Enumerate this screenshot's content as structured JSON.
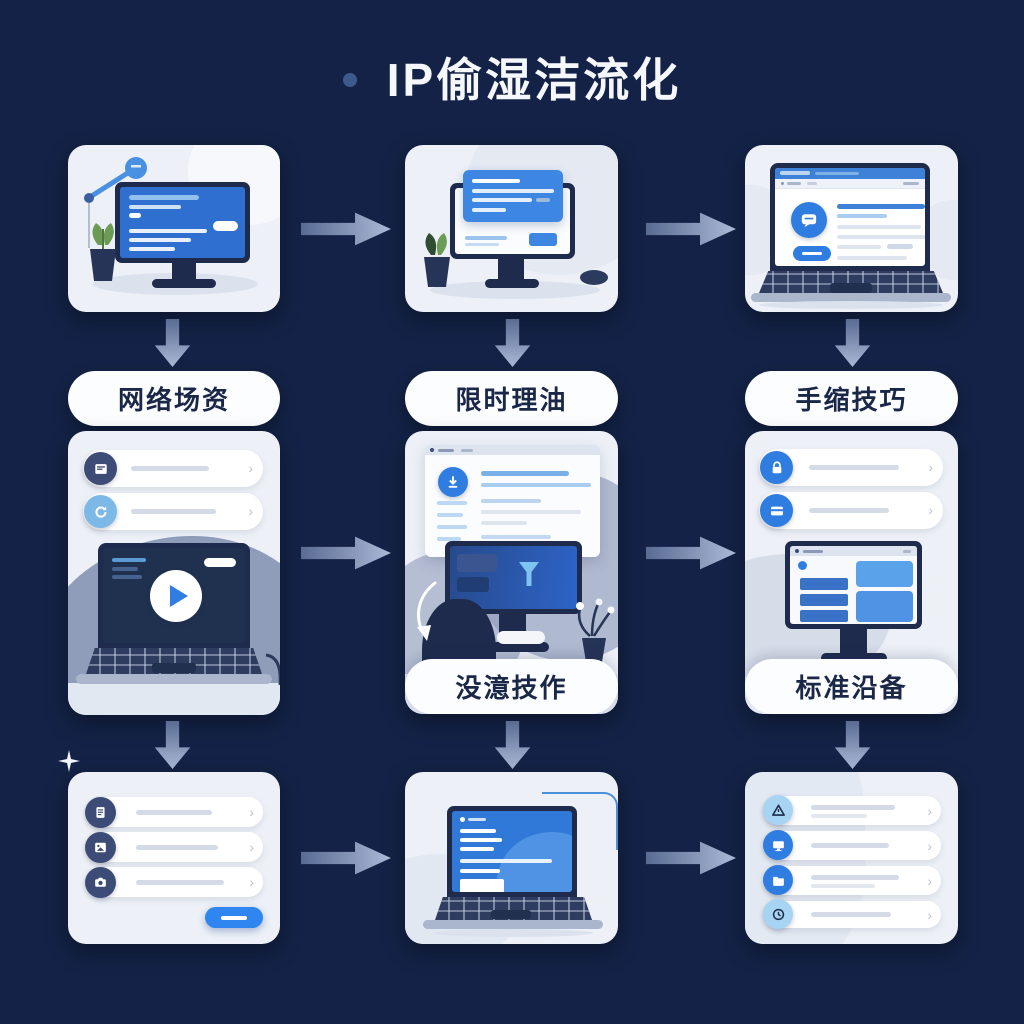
{
  "title": {
    "text": "IP偷湿洁流化"
  },
  "labels": {
    "network": "网络场资",
    "limited": "限时理油",
    "manual": "手缩技巧",
    "operation": "没澺技作",
    "standard": "标准沿备"
  },
  "palette": {
    "background": "#132246",
    "card": "#edf1f7",
    "navy": "#1f2b4d",
    "accent": "#2f7de1",
    "accentLight": "#7cb9e6",
    "screenBlue": "#2e6fd0",
    "arrow": "#5a6b93",
    "arrowLight": "#aab9d6",
    "slateBlob": "#8f9cba",
    "lineGray": "#d5dbe6",
    "labelText": "#1a2747",
    "titleText": "#f5f7fb",
    "plantGreen": "#6b9b55"
  },
  "icons": {
    "screenshot-icon": "▣",
    "refresh-icon": "⟳",
    "lock-icon": "🔒",
    "card-icon": "▤",
    "chat-bubble-icon": "💬",
    "download-icon": "⇩",
    "play-icon": "▶",
    "funnel-icon": "⏷",
    "form-icon": "▤",
    "image-icon": "🖼",
    "camera-icon": "📷",
    "warning-triangle-icon": "⚠",
    "monitor-icon": "🖥",
    "folder-icon": "📁",
    "clock-icon": "🕒",
    "chevron-right-icon": "›",
    "sparkle-icon": "✦"
  }
}
